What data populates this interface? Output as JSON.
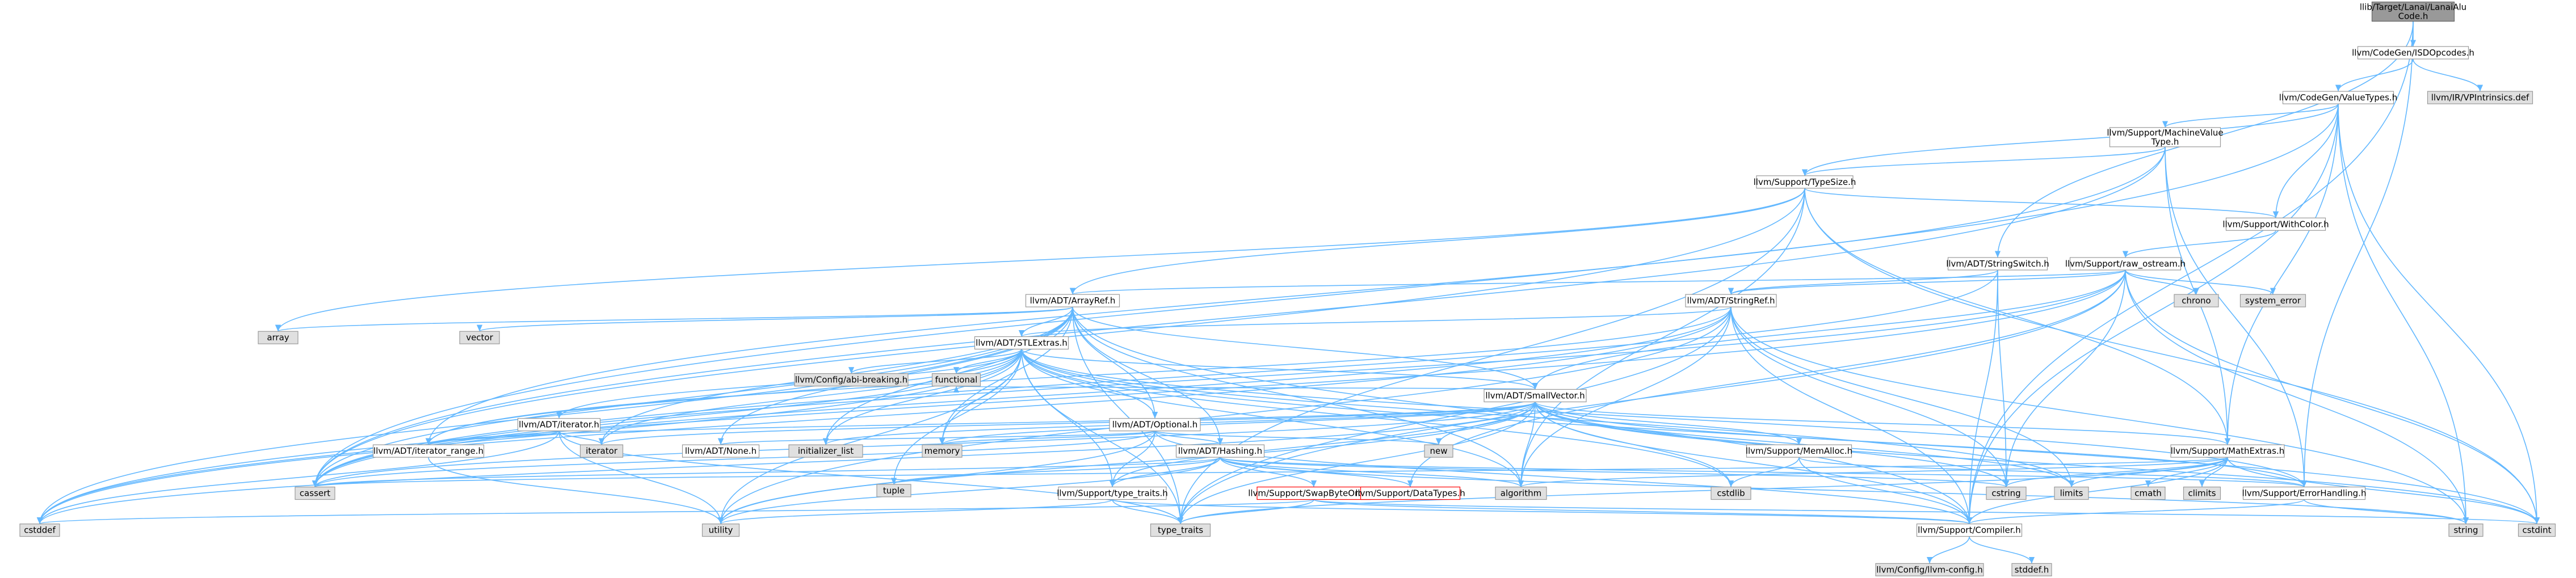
{
  "nodes": [
    {
      "id": "root",
      "lines": [
        "llib/Target/Lanai/LanaiAlu",
        "Code.h"
      ],
      "kind": "root"
    },
    {
      "id": "isdopcodes",
      "lines": [
        "llvm/CodeGen/ISDOpcodes.h"
      ],
      "kind": "doc"
    },
    {
      "id": "valuetypes",
      "lines": [
        "llvm/CodeGen/ValueTypes.h"
      ],
      "kind": "doc"
    },
    {
      "id": "vpintrinsics",
      "lines": [
        "llvm/IR/VPIntrinsics.def"
      ],
      "kind": "sys"
    },
    {
      "id": "mvt",
      "lines": [
        "llvm/Support/MachineValue",
        "Type.h"
      ],
      "kind": "doc"
    },
    {
      "id": "typesize",
      "lines": [
        "llvm/Support/TypeSize.h"
      ],
      "kind": "doc"
    },
    {
      "id": "withcolor",
      "lines": [
        "llvm/Support/WithColor.h"
      ],
      "kind": "doc"
    },
    {
      "id": "stringswitch",
      "lines": [
        "llvm/ADT/StringSwitch.h"
      ],
      "kind": "doc"
    },
    {
      "id": "raw_ostream",
      "lines": [
        "llvm/Support/raw_ostream.h"
      ],
      "kind": "doc"
    },
    {
      "id": "chrono",
      "lines": [
        "chrono"
      ],
      "kind": "sys"
    },
    {
      "id": "system_error",
      "lines": [
        "system_error"
      ],
      "kind": "sys"
    },
    {
      "id": "arrayref",
      "lines": [
        "llvm/ADT/ArrayRef.h"
      ],
      "kind": "doc"
    },
    {
      "id": "stringref",
      "lines": [
        "llvm/ADT/StringRef.h"
      ],
      "kind": "doc"
    },
    {
      "id": "array",
      "lines": [
        "array"
      ],
      "kind": "sys"
    },
    {
      "id": "vector",
      "lines": [
        "vector"
      ],
      "kind": "sys"
    },
    {
      "id": "stlextras",
      "lines": [
        "llvm/ADT/STLExtras.h"
      ],
      "kind": "doc"
    },
    {
      "id": "abibreaking",
      "lines": [
        "llvm/Config/abi-breaking.h"
      ],
      "kind": "sys"
    },
    {
      "id": "functional",
      "lines": [
        "functional"
      ],
      "kind": "sys"
    },
    {
      "id": "iteratorh",
      "lines": [
        "llvm/ADT/iterator.h"
      ],
      "kind": "doc"
    },
    {
      "id": "optional",
      "lines": [
        "llvm/ADT/Optional.h"
      ],
      "kind": "doc"
    },
    {
      "id": "smallvector",
      "lines": [
        "llvm/ADT/SmallVector.h"
      ],
      "kind": "doc"
    },
    {
      "id": "iterator_range",
      "lines": [
        "llvm/ADT/iterator_range.h"
      ],
      "kind": "doc"
    },
    {
      "id": "iterator",
      "lines": [
        "iterator"
      ],
      "kind": "sys"
    },
    {
      "id": "none",
      "lines": [
        "llvm/ADT/None.h"
      ],
      "kind": "doc"
    },
    {
      "id": "initializer_list",
      "lines": [
        "initializer_list"
      ],
      "kind": "sys"
    },
    {
      "id": "memory",
      "lines": [
        "memory"
      ],
      "kind": "sys"
    },
    {
      "id": "hashing",
      "lines": [
        "llvm/ADT/Hashing.h"
      ],
      "kind": "doc"
    },
    {
      "id": "new",
      "lines": [
        "new"
      ],
      "kind": "sys"
    },
    {
      "id": "memalloc",
      "lines": [
        "llvm/Support/MemAlloc.h"
      ],
      "kind": "doc"
    },
    {
      "id": "mathextras",
      "lines": [
        "llvm/Support/MathExtras.h"
      ],
      "kind": "doc"
    },
    {
      "id": "tuple",
      "lines": [
        "tuple"
      ],
      "kind": "sys"
    },
    {
      "id": "cassert",
      "lines": [
        "cassert"
      ],
      "kind": "sys"
    },
    {
      "id": "algorithm",
      "lines": [
        "algorithm"
      ],
      "kind": "sys"
    },
    {
      "id": "cstdlib",
      "lines": [
        "cstdlib"
      ],
      "kind": "sys"
    },
    {
      "id": "cstring",
      "lines": [
        "cstring"
      ],
      "kind": "sys"
    },
    {
      "id": "limits",
      "lines": [
        "limits"
      ],
      "kind": "sys"
    },
    {
      "id": "cmath",
      "lines": [
        "cmath"
      ],
      "kind": "sys"
    },
    {
      "id": "climits",
      "lines": [
        "climits"
      ],
      "kind": "sys"
    },
    {
      "id": "typetraitsllvm",
      "lines": [
        "llvm/Support/type_traits.h"
      ],
      "kind": "doc"
    },
    {
      "id": "swapbyteorder",
      "lines": [
        "llvm/Support/SwapByteOrder.h"
      ],
      "kind": "red"
    },
    {
      "id": "datatypes",
      "lines": [
        "llvm/Support/DataTypes.h"
      ],
      "kind": "red"
    },
    {
      "id": "errorhandling",
      "lines": [
        "llvm/Support/ErrorHandling.h"
      ],
      "kind": "doc"
    },
    {
      "id": "cstddef",
      "lines": [
        "cstddef"
      ],
      "kind": "sys"
    },
    {
      "id": "utility",
      "lines": [
        "utility"
      ],
      "kind": "sys"
    },
    {
      "id": "type_traits",
      "lines": [
        "type_traits"
      ],
      "kind": "sys"
    },
    {
      "id": "compiler",
      "lines": [
        "llvm/Support/Compiler.h"
      ],
      "kind": "doc"
    },
    {
      "id": "string",
      "lines": [
        "string"
      ],
      "kind": "sys"
    },
    {
      "id": "cstdint",
      "lines": [
        "cstdint"
      ],
      "kind": "sys"
    },
    {
      "id": "llvmconfig",
      "lines": [
        "llvm/Config/llvm-config.h"
      ],
      "kind": "sys"
    },
    {
      "id": "stddef",
      "lines": [
        "stddef.h"
      ],
      "kind": "sys"
    }
  ],
  "edges": [
    [
      "root",
      "isdopcodes"
    ],
    [
      "root",
      "stringswitch"
    ],
    [
      "root",
      "errorhandling"
    ],
    [
      "root",
      "compiler"
    ],
    [
      "isdopcodes",
      "valuetypes"
    ],
    [
      "isdopcodes",
      "vpintrinsics"
    ],
    [
      "valuetypes",
      "mvt"
    ],
    [
      "valuetypes",
      "typesize"
    ],
    [
      "valuetypes",
      "withcolor"
    ],
    [
      "valuetypes",
      "mathextras"
    ],
    [
      "valuetypes",
      "cassert"
    ],
    [
      "valuetypes",
      "cstdint"
    ],
    [
      "valuetypes",
      "string"
    ],
    [
      "valuetypes",
      "compiler"
    ],
    [
      "mvt",
      "typesize"
    ],
    [
      "mvt",
      "errorhandling"
    ],
    [
      "mvt",
      "mathextras"
    ],
    [
      "mvt",
      "iterator_range"
    ],
    [
      "mvt",
      "cassert"
    ],
    [
      "typesize",
      "arrayref"
    ],
    [
      "typesize",
      "withcolor"
    ],
    [
      "typesize",
      "mathextras"
    ],
    [
      "typesize",
      "algorithm"
    ],
    [
      "typesize",
      "array"
    ],
    [
      "typesize",
      "cassert"
    ],
    [
      "typesize",
      "cstdint"
    ],
    [
      "typesize",
      "type_traits"
    ],
    [
      "withcolor",
      "raw_ostream"
    ],
    [
      "stringswitch",
      "stringref"
    ],
    [
      "stringswitch",
      "compiler"
    ],
    [
      "stringswitch",
      "cassert"
    ],
    [
      "stringswitch",
      "cstring"
    ],
    [
      "raw_ostream",
      "stringref"
    ],
    [
      "raw_ostream",
      "chrono"
    ],
    [
      "raw_ostream",
      "system_error"
    ],
    [
      "raw_ostream",
      "datatypes"
    ],
    [
      "raw_ostream",
      "cassert"
    ],
    [
      "raw_ostream",
      "cstddef"
    ],
    [
      "raw_ostream",
      "cstdint"
    ],
    [
      "raw_ostream",
      "cstring"
    ],
    [
      "raw_ostream",
      "string"
    ],
    [
      "raw_ostream",
      "type_traits"
    ],
    [
      "raw_ostream",
      "smallvector"
    ],
    [
      "raw_ostream",
      "arrayref"
    ],
    [
      "arrayref",
      "hashing"
    ],
    [
      "arrayref",
      "none"
    ],
    [
      "arrayref",
      "smallvector"
    ],
    [
      "arrayref",
      "stlextras"
    ],
    [
      "arrayref",
      "compiler"
    ],
    [
      "arrayref",
      "algorithm"
    ],
    [
      "arrayref",
      "array"
    ],
    [
      "arrayref",
      "cassert"
    ],
    [
      "arrayref",
      "cstddef"
    ],
    [
      "arrayref",
      "initializer_list"
    ],
    [
      "arrayref",
      "iterator"
    ],
    [
      "arrayref",
      "memory"
    ],
    [
      "arrayref",
      "type_traits"
    ],
    [
      "arrayref",
      "vector"
    ],
    [
      "arrayref",
      "optional"
    ],
    [
      "stringref",
      "stlextras"
    ],
    [
      "stringref",
      "iterator_range"
    ],
    [
      "stringref",
      "compiler"
    ],
    [
      "stringref",
      "algorithm"
    ],
    [
      "stringref",
      "cassert"
    ],
    [
      "stringref",
      "cstddef"
    ],
    [
      "stringref",
      "cstring"
    ],
    [
      "stringref",
      "limits"
    ],
    [
      "stringref",
      "string"
    ],
    [
      "stringref",
      "type_traits"
    ],
    [
      "stringref",
      "utility"
    ],
    [
      "stlextras",
      "abibreaking"
    ],
    [
      "stlextras",
      "functional"
    ],
    [
      "stlextras",
      "iteratorh"
    ],
    [
      "stlextras",
      "optional"
    ],
    [
      "stlextras",
      "smallvector"
    ],
    [
      "stlextras",
      "iterator_range"
    ],
    [
      "stlextras",
      "errorhandling"
    ],
    [
      "stlextras",
      "algorithm"
    ],
    [
      "stlextras",
      "cassert"
    ],
    [
      "stlextras",
      "cstddef"
    ],
    [
      "stlextras",
      "cstdint"
    ],
    [
      "stlextras",
      "cstdlib"
    ],
    [
      "stlextras",
      "initializer_list"
    ],
    [
      "stlextras",
      "iterator"
    ],
    [
      "stlextras",
      "limits"
    ],
    [
      "stlextras",
      "memory"
    ],
    [
      "stlextras",
      "tuple"
    ],
    [
      "stlextras",
      "type_traits"
    ],
    [
      "stlextras",
      "utility"
    ],
    [
      "stlextras",
      "typetraitsllvm"
    ],
    [
      "iteratorh",
      "iterator_range"
    ],
    [
      "iteratorh",
      "cstddef"
    ],
    [
      "iteratorh",
      "iterator"
    ],
    [
      "iteratorh",
      "type_traits"
    ],
    [
      "iteratorh",
      "utility"
    ],
    [
      "optional",
      "hashing"
    ],
    [
      "optional",
      "none"
    ],
    [
      "optional",
      "compiler"
    ],
    [
      "optional",
      "typetraitsllvm"
    ],
    [
      "optional",
      "cassert"
    ],
    [
      "optional",
      "memory"
    ],
    [
      "optional",
      "new"
    ],
    [
      "optional",
      "utility"
    ],
    [
      "smallvector",
      "iterator_range"
    ],
    [
      "smallvector",
      "compiler"
    ],
    [
      "smallvector",
      "errorhandling"
    ],
    [
      "smallvector",
      "memalloc"
    ],
    [
      "smallvector",
      "typetraitsllvm"
    ],
    [
      "smallvector",
      "mathextras"
    ],
    [
      "smallvector",
      "algorithm"
    ],
    [
      "smallvector",
      "cassert"
    ],
    [
      "smallvector",
      "cstddef"
    ],
    [
      "smallvector",
      "cstdlib"
    ],
    [
      "smallvector",
      "cstring"
    ],
    [
      "smallvector",
      "functional"
    ],
    [
      "smallvector",
      "initializer_list"
    ],
    [
      "smallvector",
      "iterator"
    ],
    [
      "smallvector",
      "limits"
    ],
    [
      "smallvector",
      "memory"
    ],
    [
      "smallvector",
      "new"
    ],
    [
      "smallvector",
      "type_traits"
    ],
    [
      "smallvector",
      "utility"
    ],
    [
      "smallvector",
      "cstdint"
    ],
    [
      "iterator_range",
      "utility"
    ],
    [
      "hashing",
      "errorhandling"
    ],
    [
      "hashing",
      "datatypes"
    ],
    [
      "hashing",
      "swapbyteorder"
    ],
    [
      "hashing",
      "typetraitsllvm"
    ],
    [
      "hashing",
      "algorithm"
    ],
    [
      "hashing",
      "cassert"
    ],
    [
      "hashing",
      "cstring"
    ],
    [
      "hashing",
      "string"
    ],
    [
      "hashing",
      "tuple"
    ],
    [
      "hashing",
      "utility"
    ],
    [
      "memalloc",
      "compiler"
    ],
    [
      "memalloc",
      "errorhandling"
    ],
    [
      "memalloc",
      "cstdlib"
    ],
    [
      "mathextras",
      "compiler"
    ],
    [
      "mathextras",
      "algorithm"
    ],
    [
      "mathextras",
      "cassert"
    ],
    [
      "mathextras",
      "climits"
    ],
    [
      "mathextras",
      "cmath"
    ],
    [
      "mathextras",
      "cstdint"
    ],
    [
      "mathextras",
      "cstring"
    ],
    [
      "mathextras",
      "limits"
    ],
    [
      "mathextras",
      "type_traits"
    ],
    [
      "typetraitsllvm",
      "compiler"
    ],
    [
      "typetraitsllvm",
      "type_traits"
    ],
    [
      "typetraitsllvm",
      "utility"
    ],
    [
      "swapbyteorder",
      "compiler"
    ],
    [
      "swapbyteorder",
      "cstddef"
    ],
    [
      "swapbyteorder",
      "cstdint"
    ],
    [
      "swapbyteorder",
      "type_traits"
    ],
    [
      "errorhandling",
      "compiler"
    ],
    [
      "errorhandling",
      "string"
    ],
    [
      "compiler",
      "llvmconfig"
    ],
    [
      "compiler",
      "stddef"
    ]
  ]
}
